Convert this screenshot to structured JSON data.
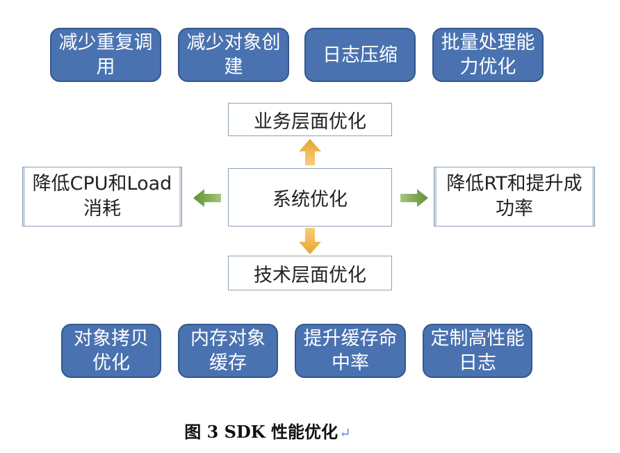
{
  "top_tiles": [
    "减少重复调用",
    "减少对象创建",
    "日志压缩",
    "批量处理能力优化"
  ],
  "center": {
    "business": "业务层面优化",
    "system": "系统优化",
    "technical": "技术层面优化",
    "left": "降低CPU和Load消耗",
    "right": "降低RT和提升成功率"
  },
  "bottom_tiles": [
    "对象拷贝优化",
    "内存对象缓存",
    "提升缓存命中率",
    "定制高性能日志"
  ],
  "caption": "图 3 SDK 性能优化",
  "return_mark": "↵",
  "colors": {
    "tile_fill": "#4a72b0",
    "tile_border": "#33588e",
    "arrow_orange": "#f0b43c",
    "arrow_green": "#7aa84a"
  }
}
